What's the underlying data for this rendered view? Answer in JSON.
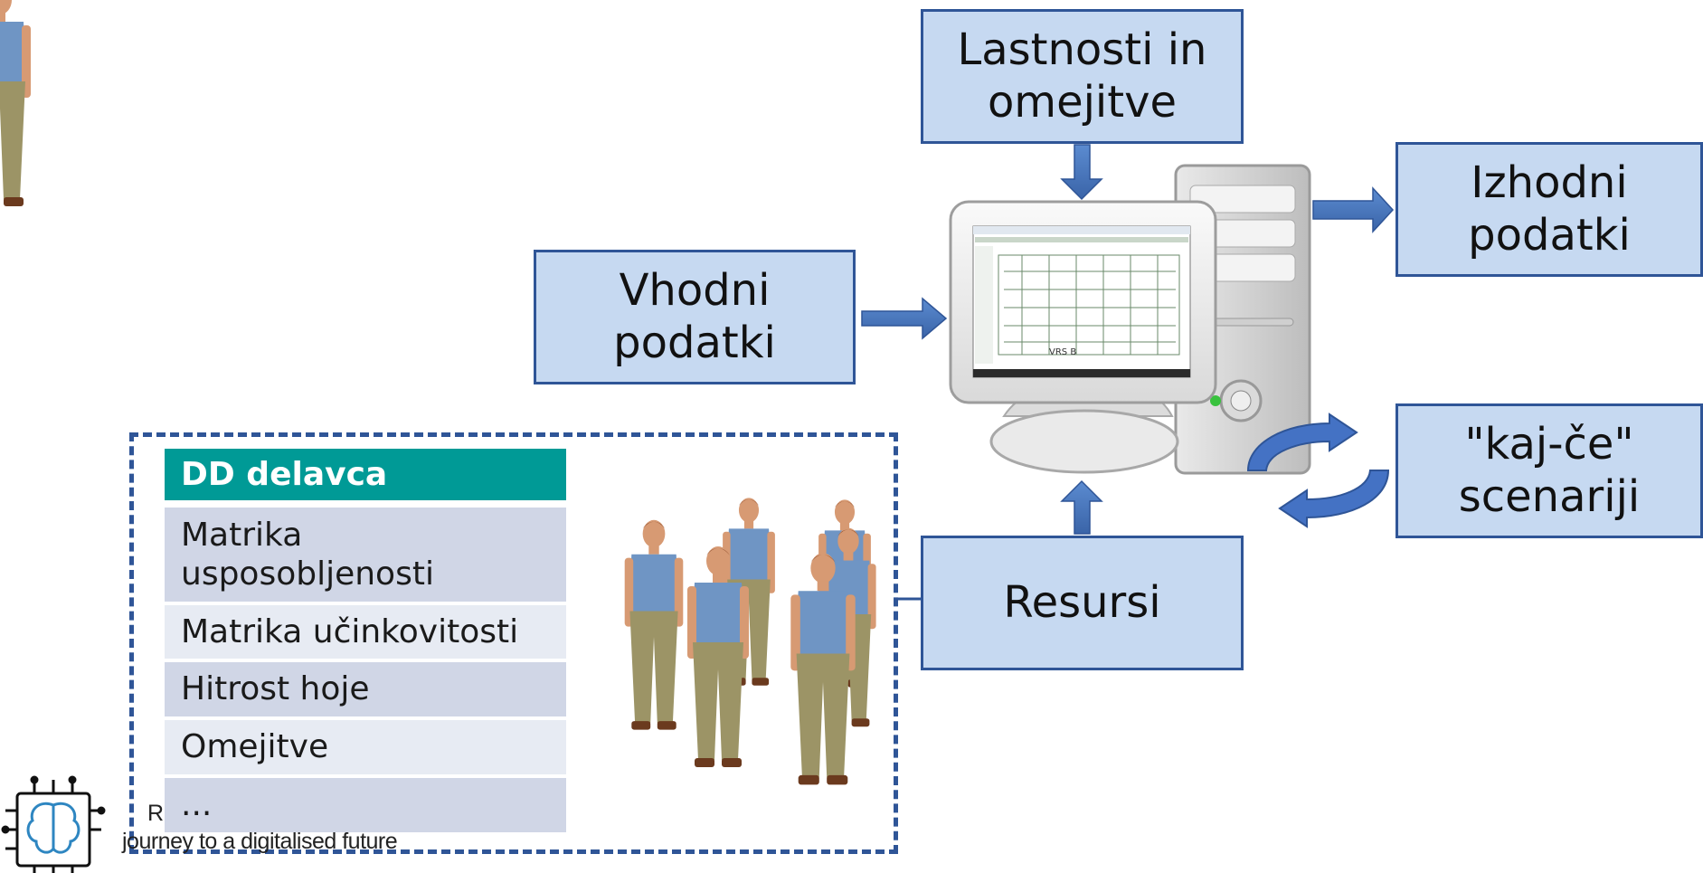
{
  "boxes": {
    "top": "Lastnosti in\nomejitve",
    "left": "Vhodni\npodatki",
    "right": "Izhodni\npodatki",
    "whatif": "\"kaj-če\"\nscenariji",
    "resources": "Resursi"
  },
  "table": {
    "header": "DD delavca",
    "rows": [
      "Matrika\nusposobljenosti",
      "Matrika učinkovitosti",
      "Hitrost hoje",
      "Omejitve",
      "..."
    ]
  },
  "footer": {
    "partial_letter": "R",
    "text": "journey to a digitalised future"
  },
  "monitor_screen": {
    "label": "VRS B"
  },
  "colors": {
    "box_fill": "#c6d9f1",
    "box_border": "#2f5597",
    "arrow": "#4472c4",
    "table_header": "#009a96",
    "row_dark": "#d0d6e6",
    "row_light": "#e7ebf3"
  },
  "icons": [
    "computer-icon",
    "cycle-arrows-icon",
    "workers-figure-icon",
    "brain-chip-logo-icon"
  ]
}
